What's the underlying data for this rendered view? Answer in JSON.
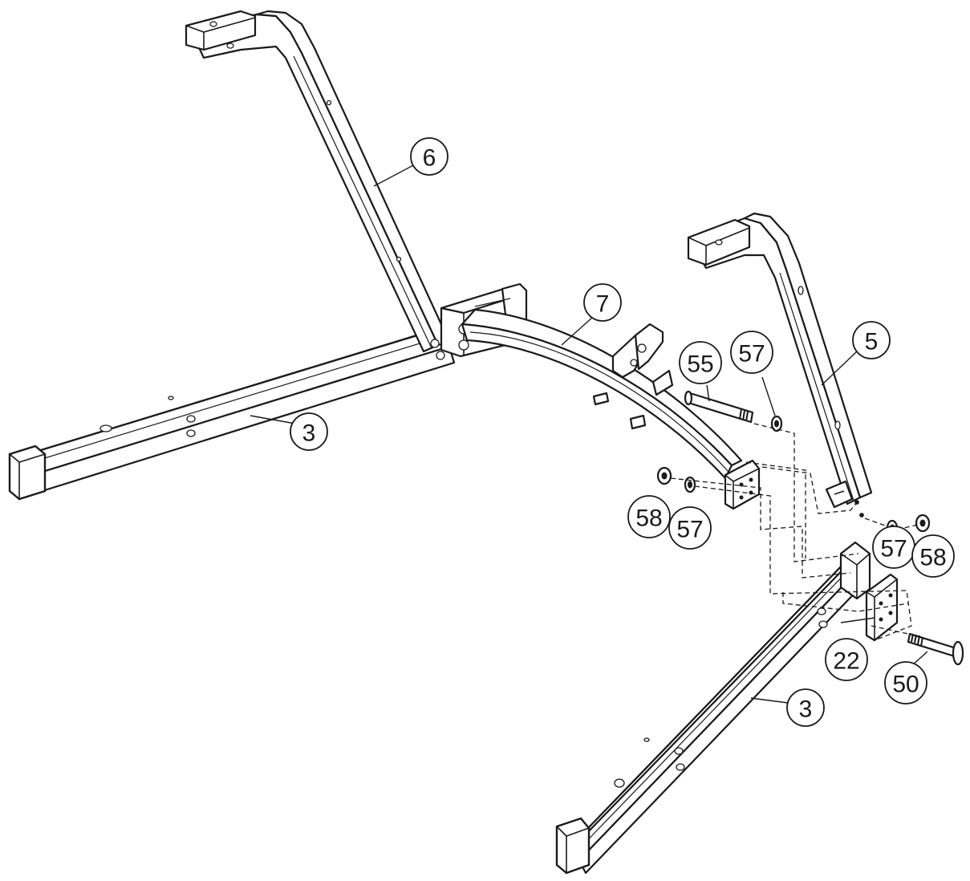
{
  "diagram": {
    "callouts": [
      {
        "id": "callout-6",
        "label": "6"
      },
      {
        "id": "callout-7",
        "label": "7"
      },
      {
        "id": "callout-5",
        "label": "5"
      },
      {
        "id": "callout-55",
        "label": "55"
      },
      {
        "id": "callout-57-top",
        "label": "57"
      },
      {
        "id": "callout-3-left",
        "label": "3"
      },
      {
        "id": "callout-58-left",
        "label": "58"
      },
      {
        "id": "callout-57-left",
        "label": "57"
      },
      {
        "id": "callout-57-right",
        "label": "57"
      },
      {
        "id": "callout-58-right",
        "label": "58"
      },
      {
        "id": "callout-22",
        "label": "22"
      },
      {
        "id": "callout-50",
        "label": "50"
      },
      {
        "id": "callout-3-right",
        "label": "3"
      }
    ]
  },
  "colors": {
    "line": "#1a1a1a",
    "background": "#ffffff"
  }
}
